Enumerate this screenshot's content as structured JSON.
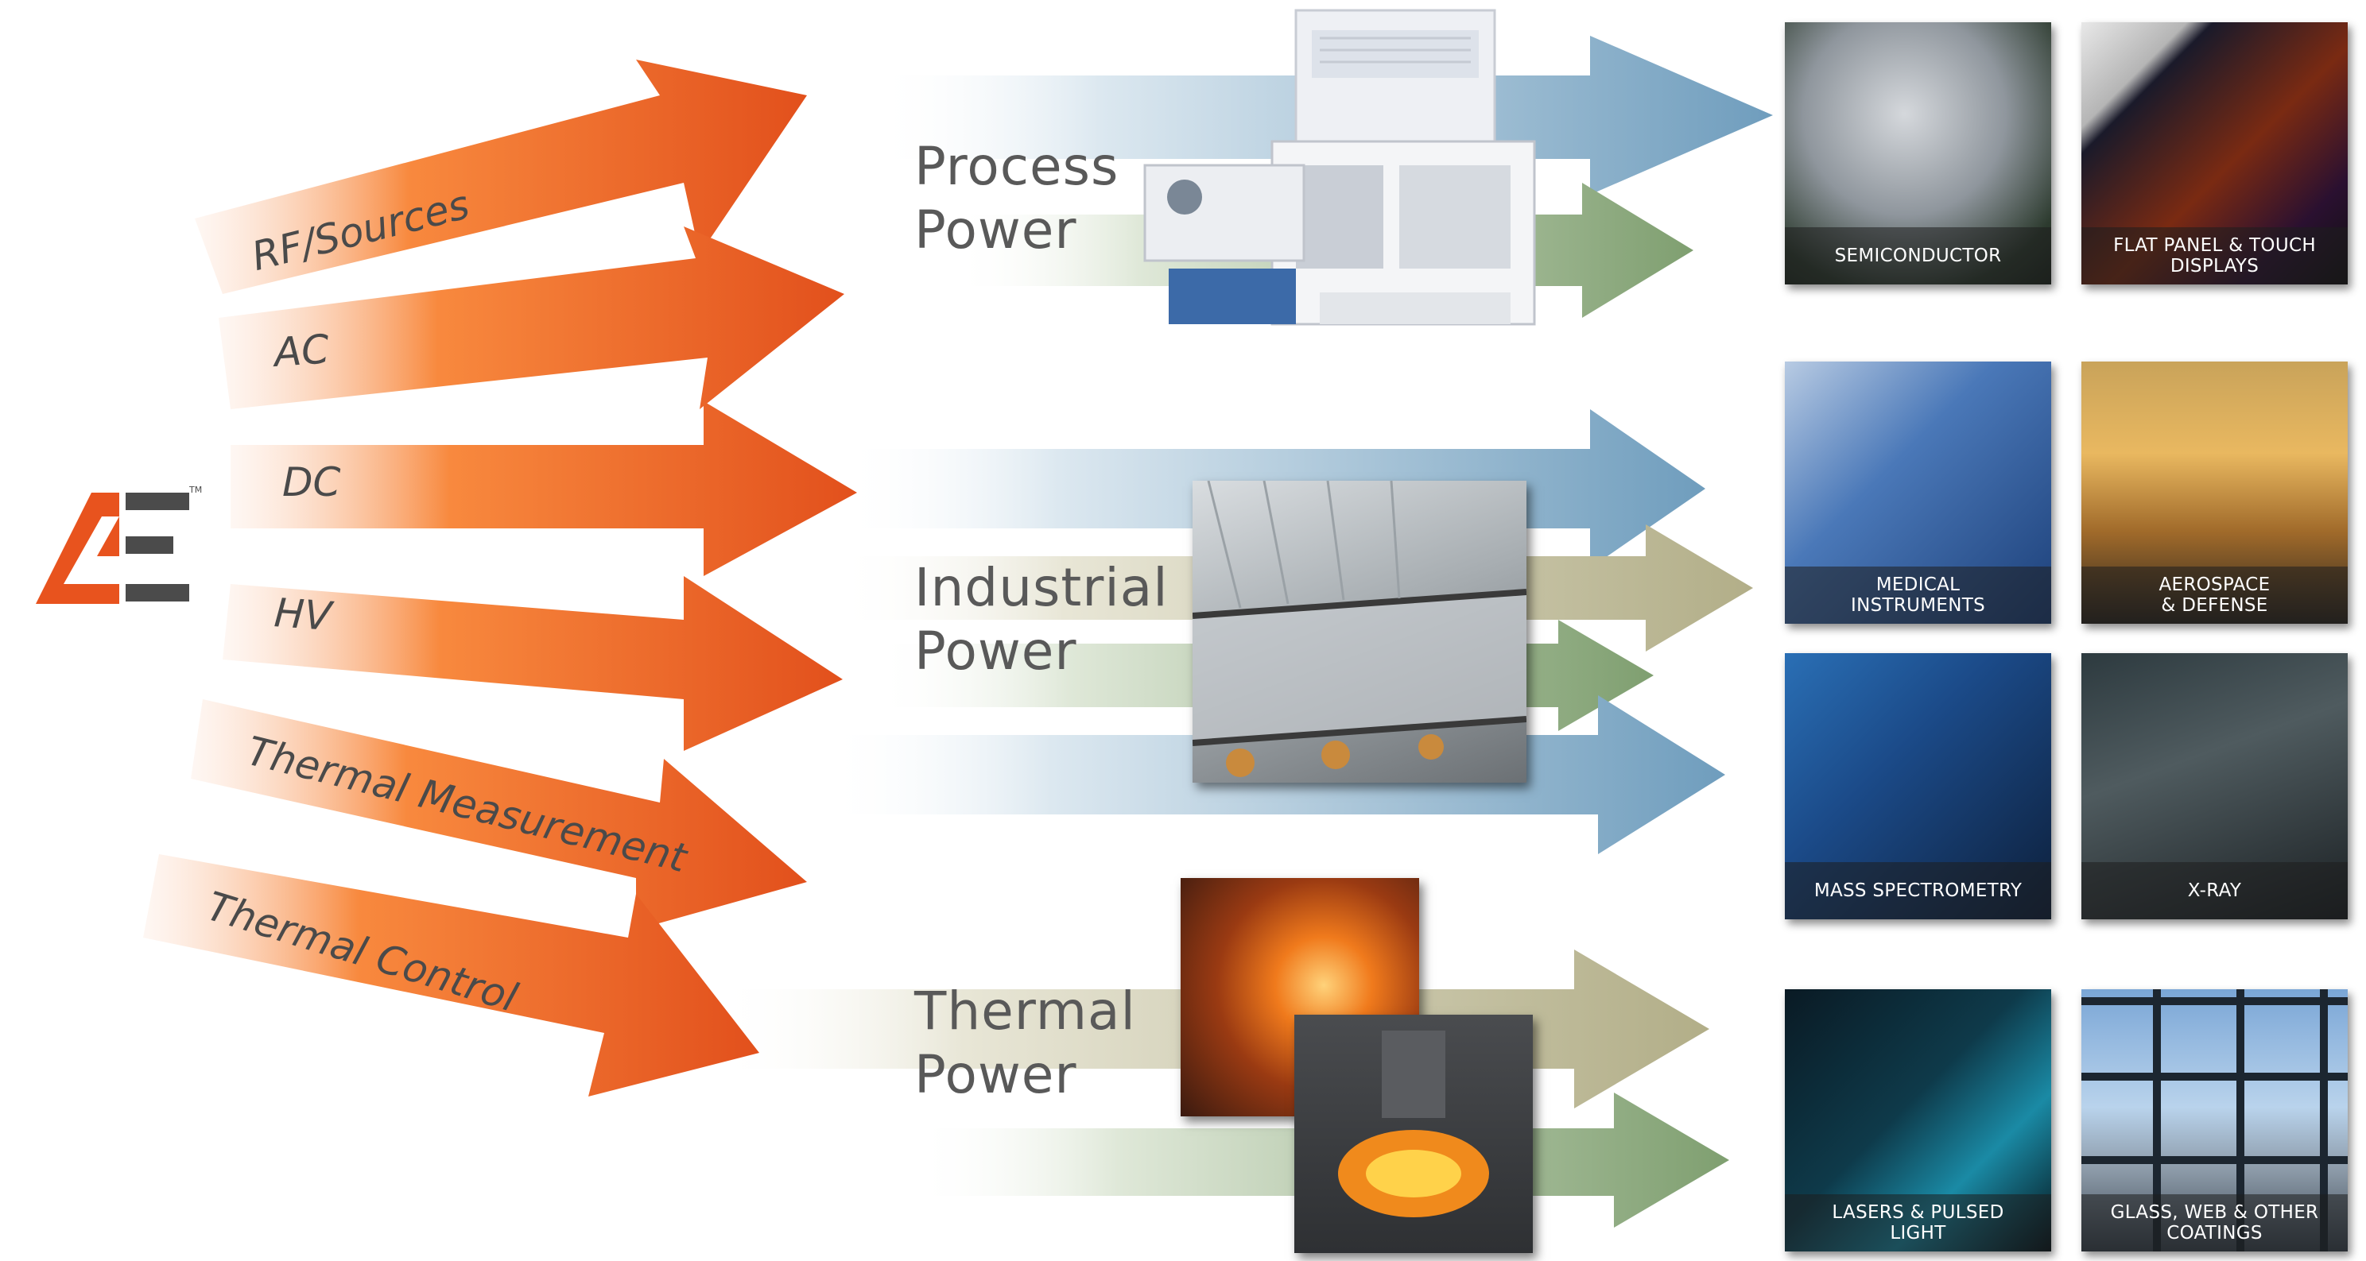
{
  "brand": {
    "logo_name": "AE",
    "trademark": "TM",
    "colors": {
      "orange": "#E8531E",
      "dark": "#4b4b4b"
    }
  },
  "sources": [
    {
      "id": "rf",
      "label": "RF/Sources"
    },
    {
      "id": "ac",
      "label": "AC"
    },
    {
      "id": "dc",
      "label": "DC"
    },
    {
      "id": "hv",
      "label": "HV"
    },
    {
      "id": "thermal-measurement",
      "label": "Thermal Measurement"
    },
    {
      "id": "thermal-control",
      "label": "Thermal Control"
    }
  ],
  "categories": [
    {
      "id": "process",
      "title": "Process\nPower"
    },
    {
      "id": "industrial",
      "title": "Industrial\nPower"
    },
    {
      "id": "thermal",
      "title": "Thermal\nPower"
    }
  ],
  "markets": [
    {
      "id": "semiconductor",
      "label": "SEMICONDUCTOR"
    },
    {
      "id": "flat-panel",
      "label": "FLAT PANEL & TOUCH\nDISPLAYS"
    },
    {
      "id": "medical",
      "label": "MEDICAL\nINSTRUMENTS"
    },
    {
      "id": "aerospace",
      "label": "AEROSPACE\n& DEFENSE"
    },
    {
      "id": "mass-spec",
      "label": "MASS SPECTROMETRY"
    },
    {
      "id": "xray",
      "label": "X-RAY"
    },
    {
      "id": "lasers",
      "label": "LASERS & PULSED\nLIGHT"
    },
    {
      "id": "glass",
      "label": "GLASS, WEB & OTHER\nCOATINGS"
    }
  ],
  "arrow_colors": {
    "blue": "#6f9dbd",
    "green": "#7f9f70",
    "khaki": "#b2ae88"
  }
}
